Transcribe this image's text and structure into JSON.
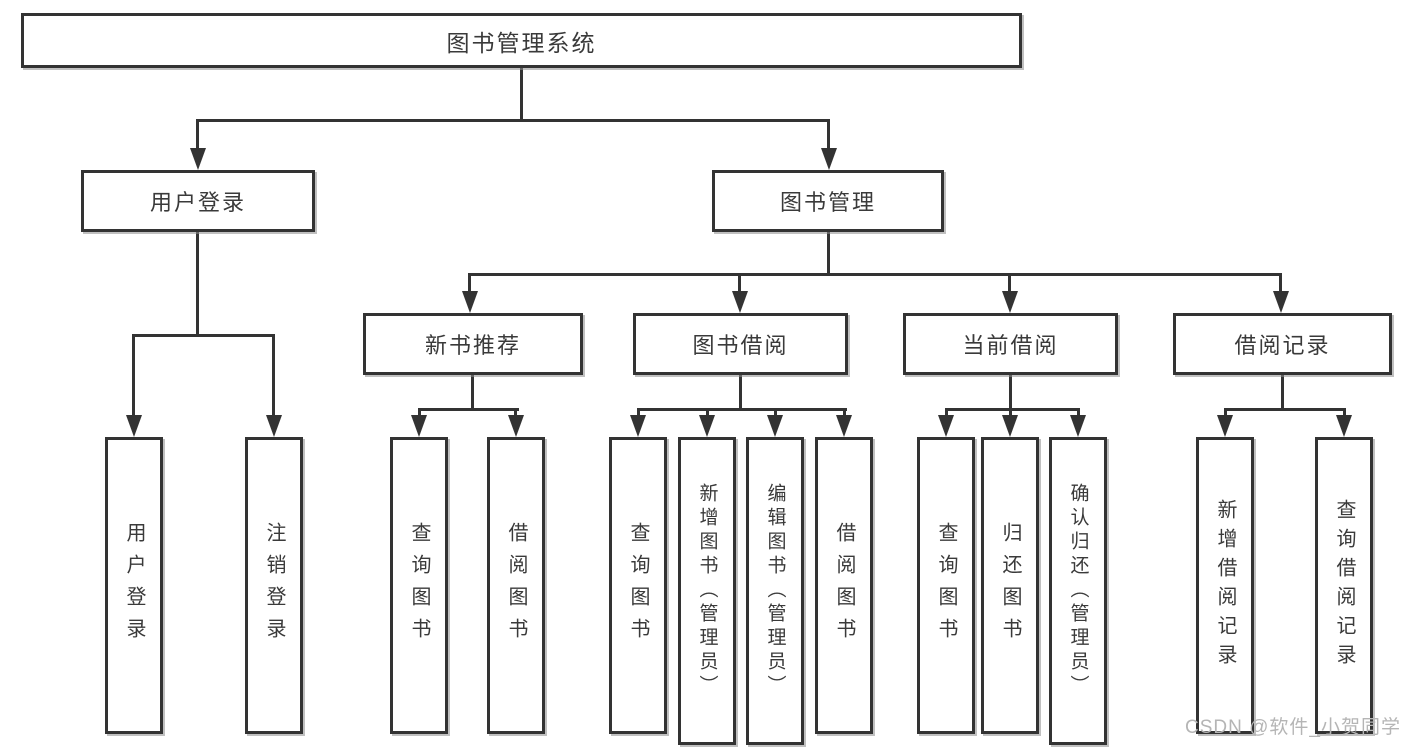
{
  "diagram": {
    "nodes": {
      "root": "图书管理系统",
      "user_login": "用户登录",
      "book_management": "图书管理",
      "new_book_recommend": "新书推荐",
      "book_borrow": "图书借阅",
      "current_borrow": "当前借阅",
      "borrow_record": "借阅记录"
    },
    "leaves": {
      "user_login": [
        "用户登录",
        "注销登录"
      ],
      "new_book_recommend": [
        "查询图书",
        "借阅图书"
      ],
      "book_borrow": [
        "查询图书",
        "新增图书（管理员）",
        "编辑图书（管理员）",
        "借阅图书"
      ],
      "current_borrow": [
        "查询图书",
        "归还图书",
        "确认归还（管理员）"
      ],
      "borrow_record": [
        "新增借阅记录",
        "查询借阅记录"
      ]
    },
    "watermark": "CSDN @软件_小贺同学",
    "colors": {
      "line": "#333333",
      "text": "#3a3a3a",
      "watermark": "#b5b5b5",
      "background": "#ffffff"
    }
  }
}
